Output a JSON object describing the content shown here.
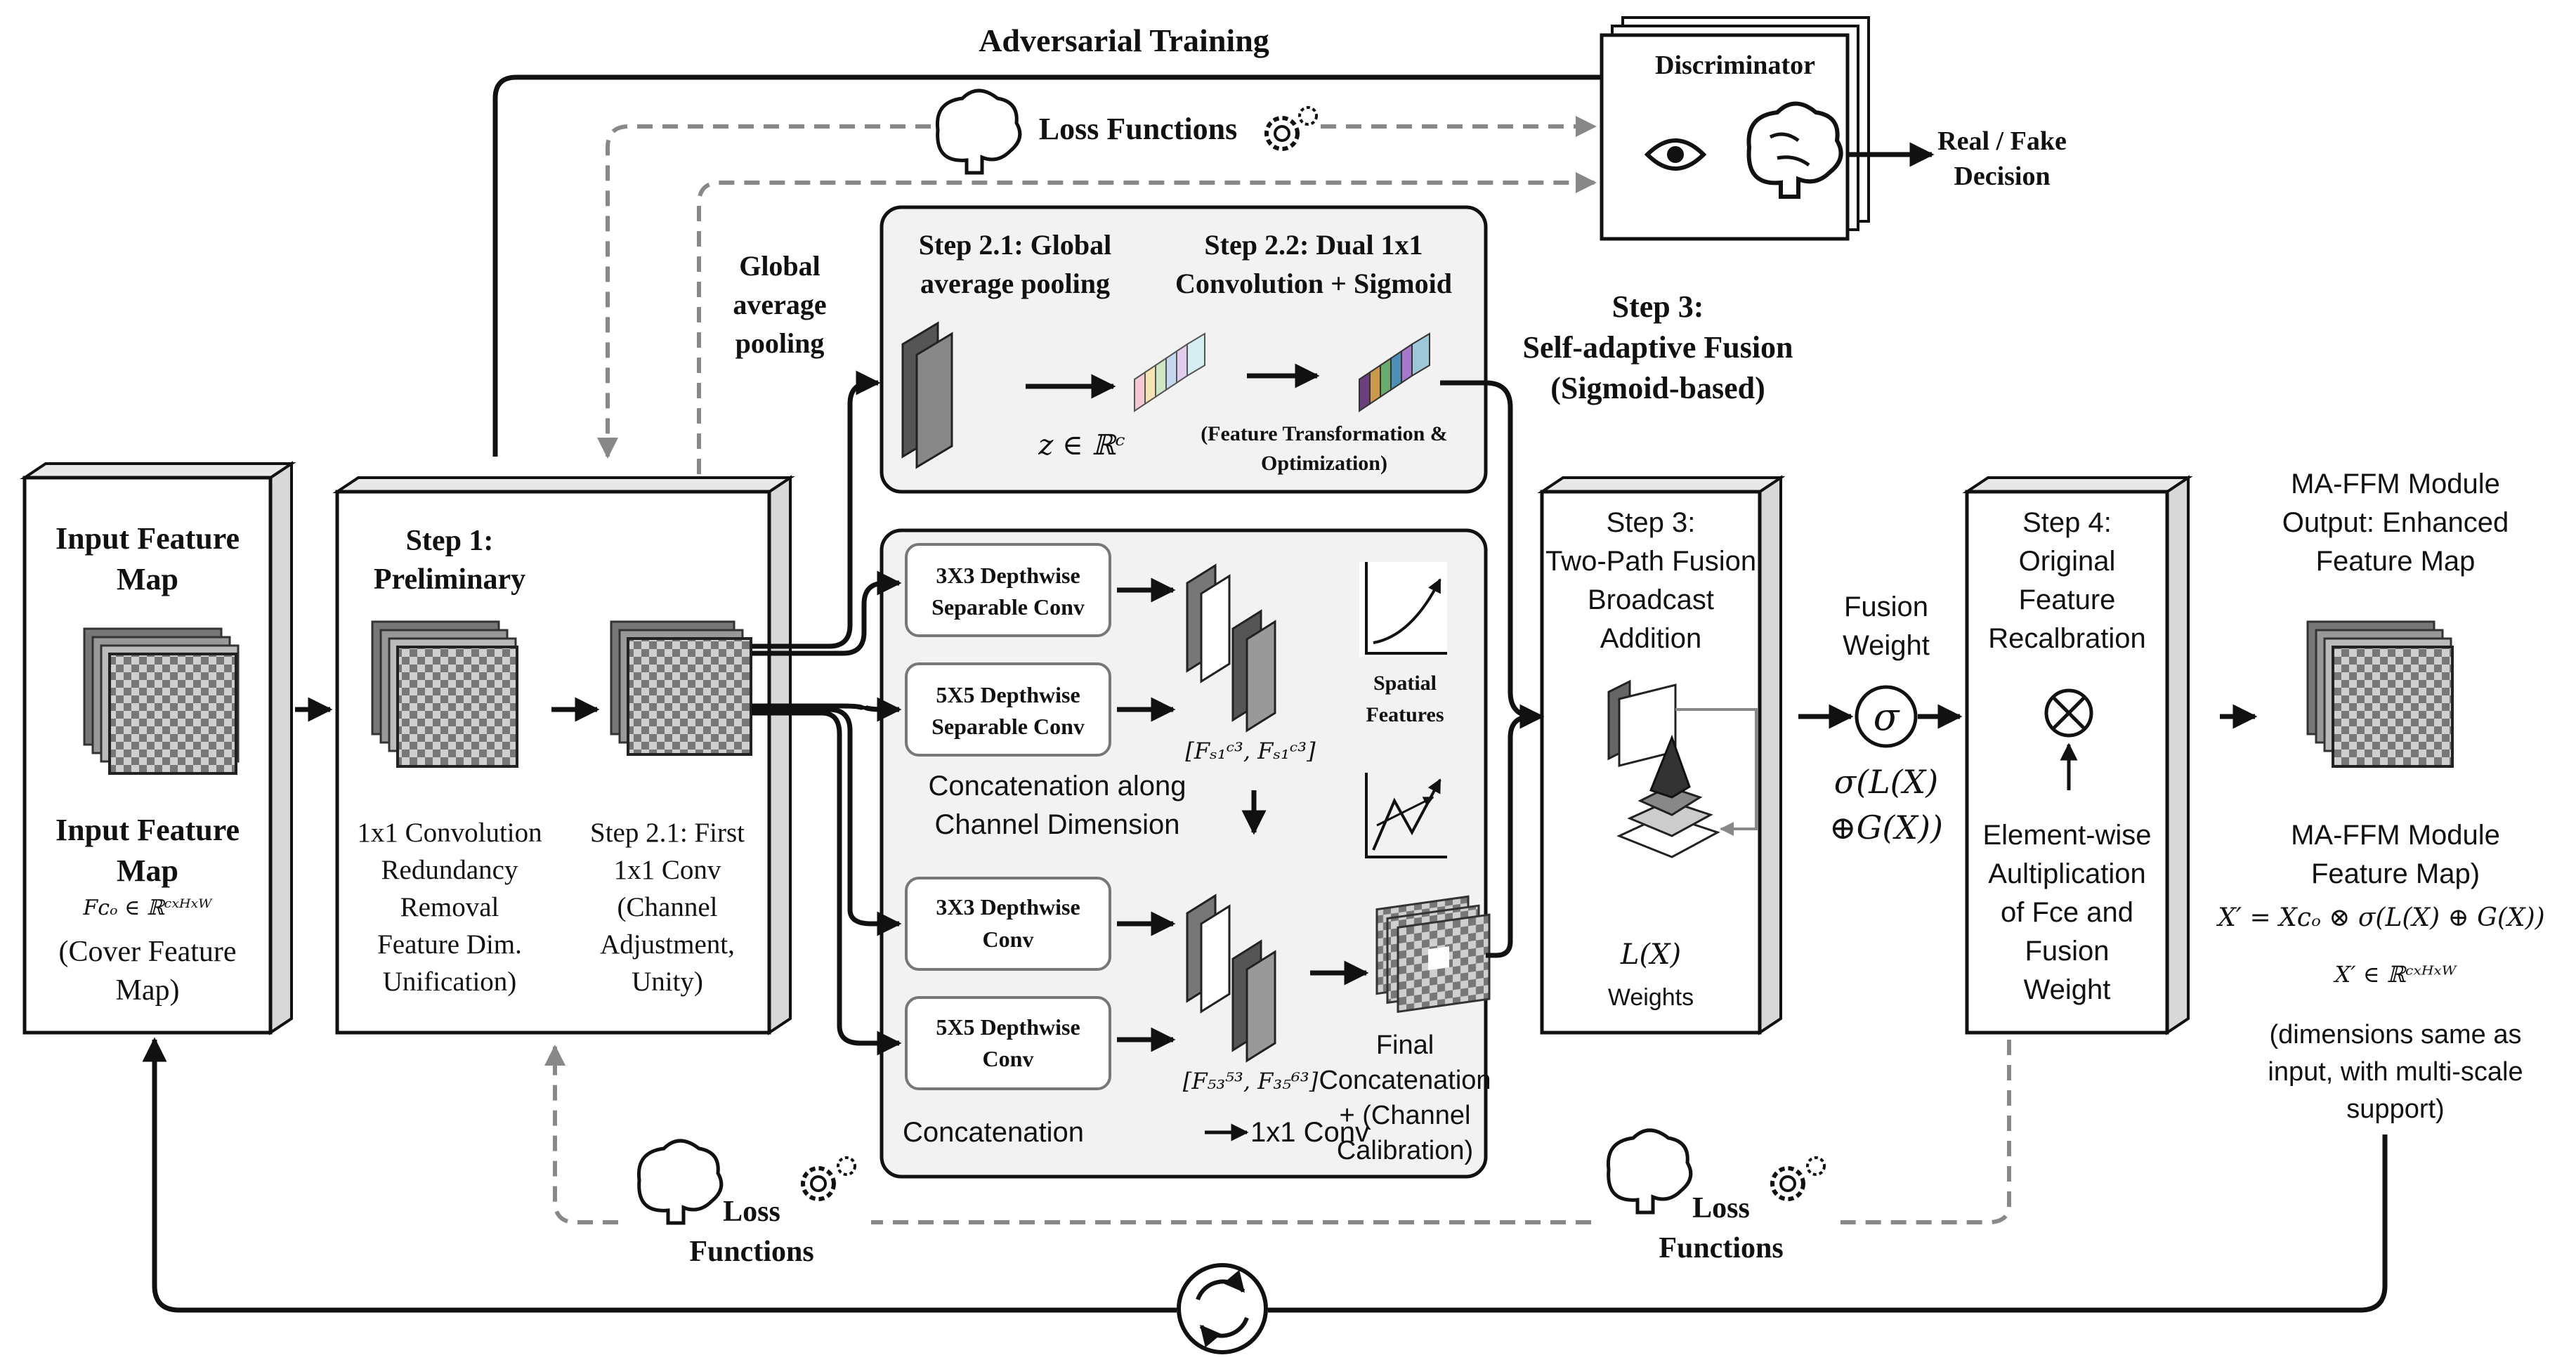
{
  "adversarial": {
    "title": "Adversarial Training",
    "loss_functions_top": "Loss Functions",
    "discriminator": "Discriminator",
    "decision_line1": "Real /",
    "decision_line2": "Fake",
    "decision_line3": "Decision"
  },
  "input": {
    "title_line1": "Input Feature",
    "title_line2": "Map",
    "caption_line1": "Input Feature",
    "caption_line2": "Map",
    "formula": "Fᴄₒ ∈ ℝᶜˣᴴˣᵂ",
    "desc_line1": "(Cover Feature",
    "desc_line2": "Map)"
  },
  "step1": {
    "title_line1": "Step 1:",
    "title_line2": "Preliminary",
    "desc": [
      "1x1 Convolution",
      "Redundancy",
      "Removal",
      "Feature Dim.",
      "Unification)"
    ],
    "conv_desc": [
      "Step 2.1: First",
      "1x1 Conv",
      "(Channel",
      "Adjustment,",
      "Unity)"
    ]
  },
  "gap_label": [
    "Global",
    "average",
    "pooling"
  ],
  "top_panel": {
    "step21_line1": "Step 2.1: Global",
    "step21_line2": "average pooling",
    "step22_line1": "Step 2.2: Dual 1x1",
    "step22_line2": "Convolution + Sigmoid",
    "z_formula": "z ∈ ℝᶜ",
    "transform_line1": "(Feature Transformation &",
    "transform_line2": "Optimization)"
  },
  "step3_header": {
    "line1": "Step 3:",
    "line2": "Self-adaptive Fusion",
    "line3": "(Sigmoid-based)"
  },
  "multi_panel": {
    "conv3_line1": "3X3 Depthwise",
    "conv3_line2": "Separable Conv",
    "conv5_line1": "5X5 Depthwise",
    "conv5_line2": "Separable Conv",
    "f_top": "[Fₛ₁ᶜ³, Fₛ₁ᶜ³]",
    "spatial_line1": "Spatial",
    "spatial_line2": "Features",
    "concat_line1": "Concatenation along",
    "concat_line2": "Channel Dimension",
    "dw3_line1": "3X3 Depthwise",
    "dw3_line2": "Conv",
    "dw5_line1": "5X5 Depthwise",
    "dw5_line2": "Conv",
    "f_bottom": "[F₅₃⁵³, F₃₅⁶³]",
    "final_concat": [
      "Final",
      "Concatenation",
      "+ (Channel",
      "Calibration)"
    ],
    "bottom_concat": "Concatenation",
    "bottom_conv": "1x1 Conv"
  },
  "step3_box": {
    "line1": "Step 3:",
    "line2": "Two-Path Fusion",
    "line3": "Broadcast",
    "line4": "Addition",
    "lx": "L(X)",
    "weights": "Weights"
  },
  "fusion": {
    "line1": "Fusion",
    "line2": "Weight",
    "sigma": "σ",
    "formula_line1": "σ(L(X)",
    "formula_line2": "⊕G(X))"
  },
  "step4_box": {
    "title": [
      "Step 4:",
      "Original",
      "Feature",
      "Recalbration"
    ],
    "otimes": "⊗",
    "desc": [
      "Element-wise",
      "Aultiplication",
      "of Fce and",
      "Fusion",
      "Weight"
    ]
  },
  "output": {
    "title": [
      "MA-FFM Module",
      "Output:  Enhanced",
      "Feature Map"
    ],
    "caption_line1": "MA-FFM Module",
    "caption_line2": "Feature Map)",
    "formula1": "X′ = Xᴄₒ ⊗ σ(L(X) ⊕ G(X))",
    "formula2": "X′ ∈ ℝᶜˣᴴˣᵂ",
    "desc": [
      "(dimensions same as",
      "input, with multi-scale",
      "support)"
    ]
  },
  "bottom": {
    "loss_left_line1": "Loss",
    "loss_left_line2": "Functions",
    "loss_right_line1": "Loss",
    "loss_right_line2": "Functions"
  },
  "colors": {
    "box_fill": "#ffffff",
    "panel_fill": "#f2f2f2",
    "box_edge": "#111111",
    "dashed": "#888888",
    "accent_pastel": [
      "#f3c9d4",
      "#f5e3b3",
      "#cfe6c4",
      "#c6d8f0",
      "#e2cdee"
    ]
  }
}
